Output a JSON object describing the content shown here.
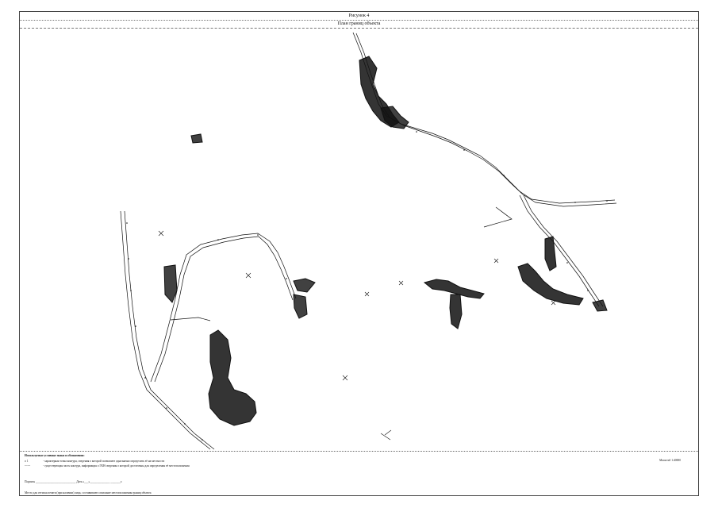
{
  "sheet": {
    "header": "Рисунок 4",
    "title": "План границ объекта"
  },
  "legend": {
    "heading": "Используемые условные знаки и обозначения:",
    "rows": [
      {
        "symbol": "о 1",
        "text": "- характерная точка контура, сведения о которой позволяют однозначно определить её на местности"
      },
      {
        "symbol": "------",
        "text": "- существующая часть контура, информация о ГКН сведения о которой достаточны для определения её местоположения"
      }
    ],
    "scale": "Масштаб 1:40000",
    "signature": "Подпись ____________________________   Дата «___»______________ _______г.",
    "note": "Место для оттиска печати (при наличии) лица, составившего описание местоположения границ объекта"
  },
  "colors": {
    "ink": "#111111",
    "frame": "#444444"
  }
}
